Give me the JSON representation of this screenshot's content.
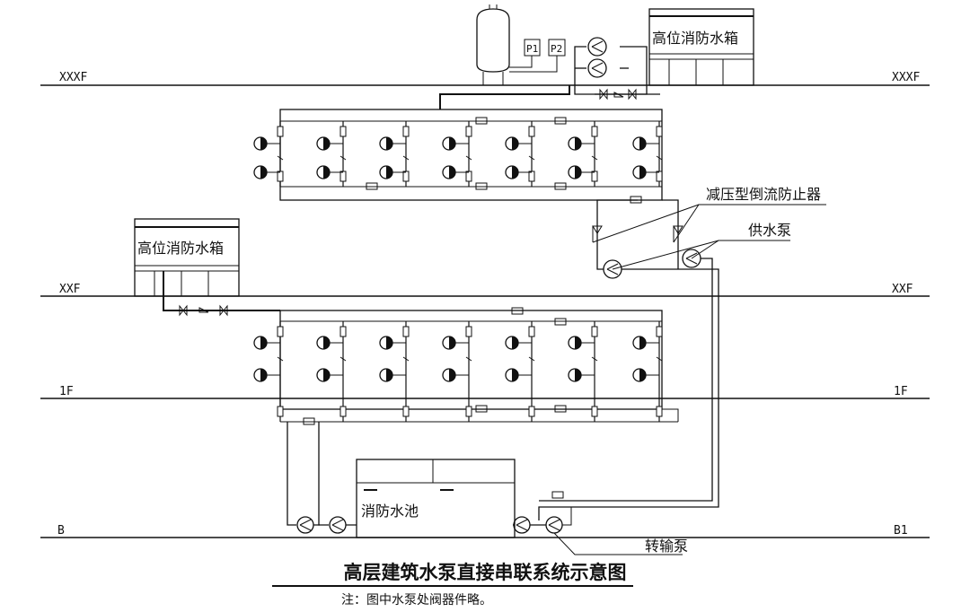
{
  "floors": {
    "xxxf_left": "XXXF",
    "xxxf_right": "XXXF",
    "xxf_left": "XXF",
    "xxf_right": "XXF",
    "f1_left": "1F",
    "f1_right": "1F",
    "b_left": "B",
    "b1_right": "B1"
  },
  "labels": {
    "tank_top": "高位消防水箱",
    "tank_mid": "高位消防水箱",
    "pool": "消防水池",
    "gauge_p1": "P1",
    "gauge_p2": "P2",
    "valve_callout": "减压型倒流防止器",
    "supply_pump_callout": "供水泵",
    "transfer_pump_callout": "转输泵"
  },
  "title": "高层建筑水泵直接串联系统示意图",
  "note": "注：图中水泵处阀器件略。",
  "colors": {
    "line": "#111111",
    "background": "#ffffff"
  }
}
